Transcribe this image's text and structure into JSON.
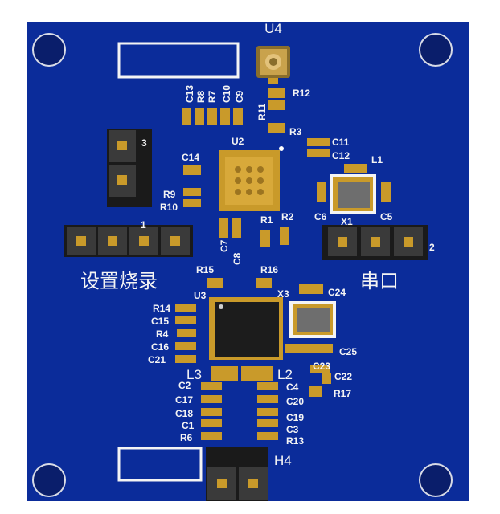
{
  "board": {
    "colors": {
      "soldermask": "#0b2c9a",
      "silkscreen": "#f4f4f4",
      "pad_gold": "#c99a2a",
      "header_body": "#1a1a1a",
      "crystal_body": "#6e6e6e"
    },
    "ref_designators": {
      "U4": "U4",
      "U2": "U2",
      "U3": "U3",
      "R12": "R12",
      "R11": "R11",
      "R3": "R3",
      "C13": "C13",
      "R8": "R8",
      "R7": "R7",
      "C10": "C10",
      "C9": "C9",
      "C11": "C11",
      "C12": "C12",
      "L1": "L1",
      "C14": "C14",
      "R9": "R9",
      "R10": "R10",
      "C6": "C6",
      "X1": "X1",
      "C5": "C5",
      "R1": "R1",
      "R2": "R2",
      "C7": "C7",
      "C8": "C8",
      "R15": "R15",
      "R16": "R16",
      "X3": "X3",
      "C24": "C24",
      "R14": "R14",
      "C15": "C15",
      "R4": "R4",
      "C16": "C16",
      "C21": "C21",
      "C25": "C25",
      "L3": "L3",
      "L2": "L2",
      "C23": "C23",
      "C22": "C22",
      "R17": "R17",
      "C2": "C2",
      "C17": "C17",
      "C18": "C18",
      "C1": "C1",
      "R6": "R6",
      "C4": "C4",
      "C20": "C20",
      "C19": "C19",
      "C3": "C3",
      "R13": "R13",
      "H4": "H4",
      "H1_partial": "1",
      "H2_partial": "2",
      "H3_partial": "3"
    },
    "headers": {
      "program": {
        "label": "设置烧录"
      },
      "serial": {
        "label": "串口"
      }
    }
  }
}
